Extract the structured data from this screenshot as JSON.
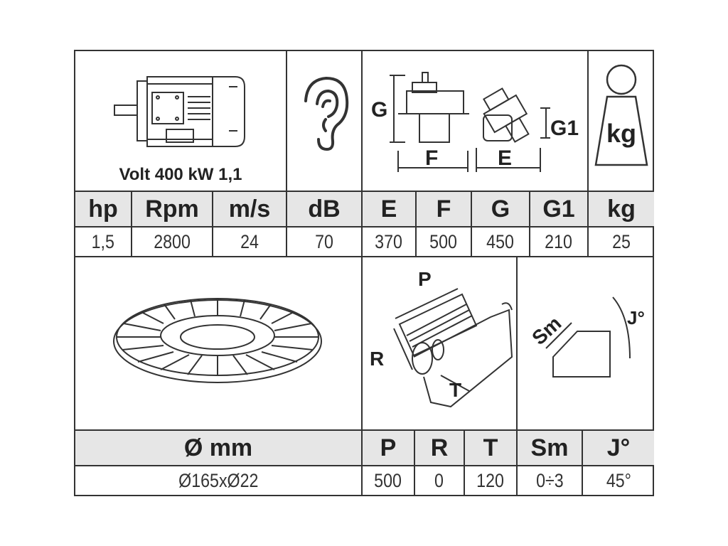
{
  "motor": {
    "caption": "Volt 400 kW 1,1"
  },
  "drawings": {
    "dims_label_g": "G",
    "dims_label_f": "F",
    "dims_label_e": "E",
    "dims_label_g1": "G1",
    "weight_label": "kg",
    "machine_label_p": "P",
    "machine_label_r": "R",
    "machine_label_t": "T",
    "bevel_label_sm": "Sm",
    "bevel_label_j": "J°"
  },
  "specs": {
    "headers": [
      "hp",
      "Rpm",
      "m/s",
      "dB",
      "E",
      "F",
      "G",
      "G1",
      "kg"
    ],
    "values": [
      "1,5",
      "2800",
      "24",
      "70",
      "370",
      "500",
      "450",
      "210",
      "25"
    ]
  },
  "tooling": {
    "headers": [
      "Ø mm",
      "P",
      "R",
      "T",
      "Sm",
      "J°"
    ],
    "values": [
      "Ø165xØ22",
      "500",
      "0",
      "120",
      "0÷3",
      "45°"
    ]
  }
}
